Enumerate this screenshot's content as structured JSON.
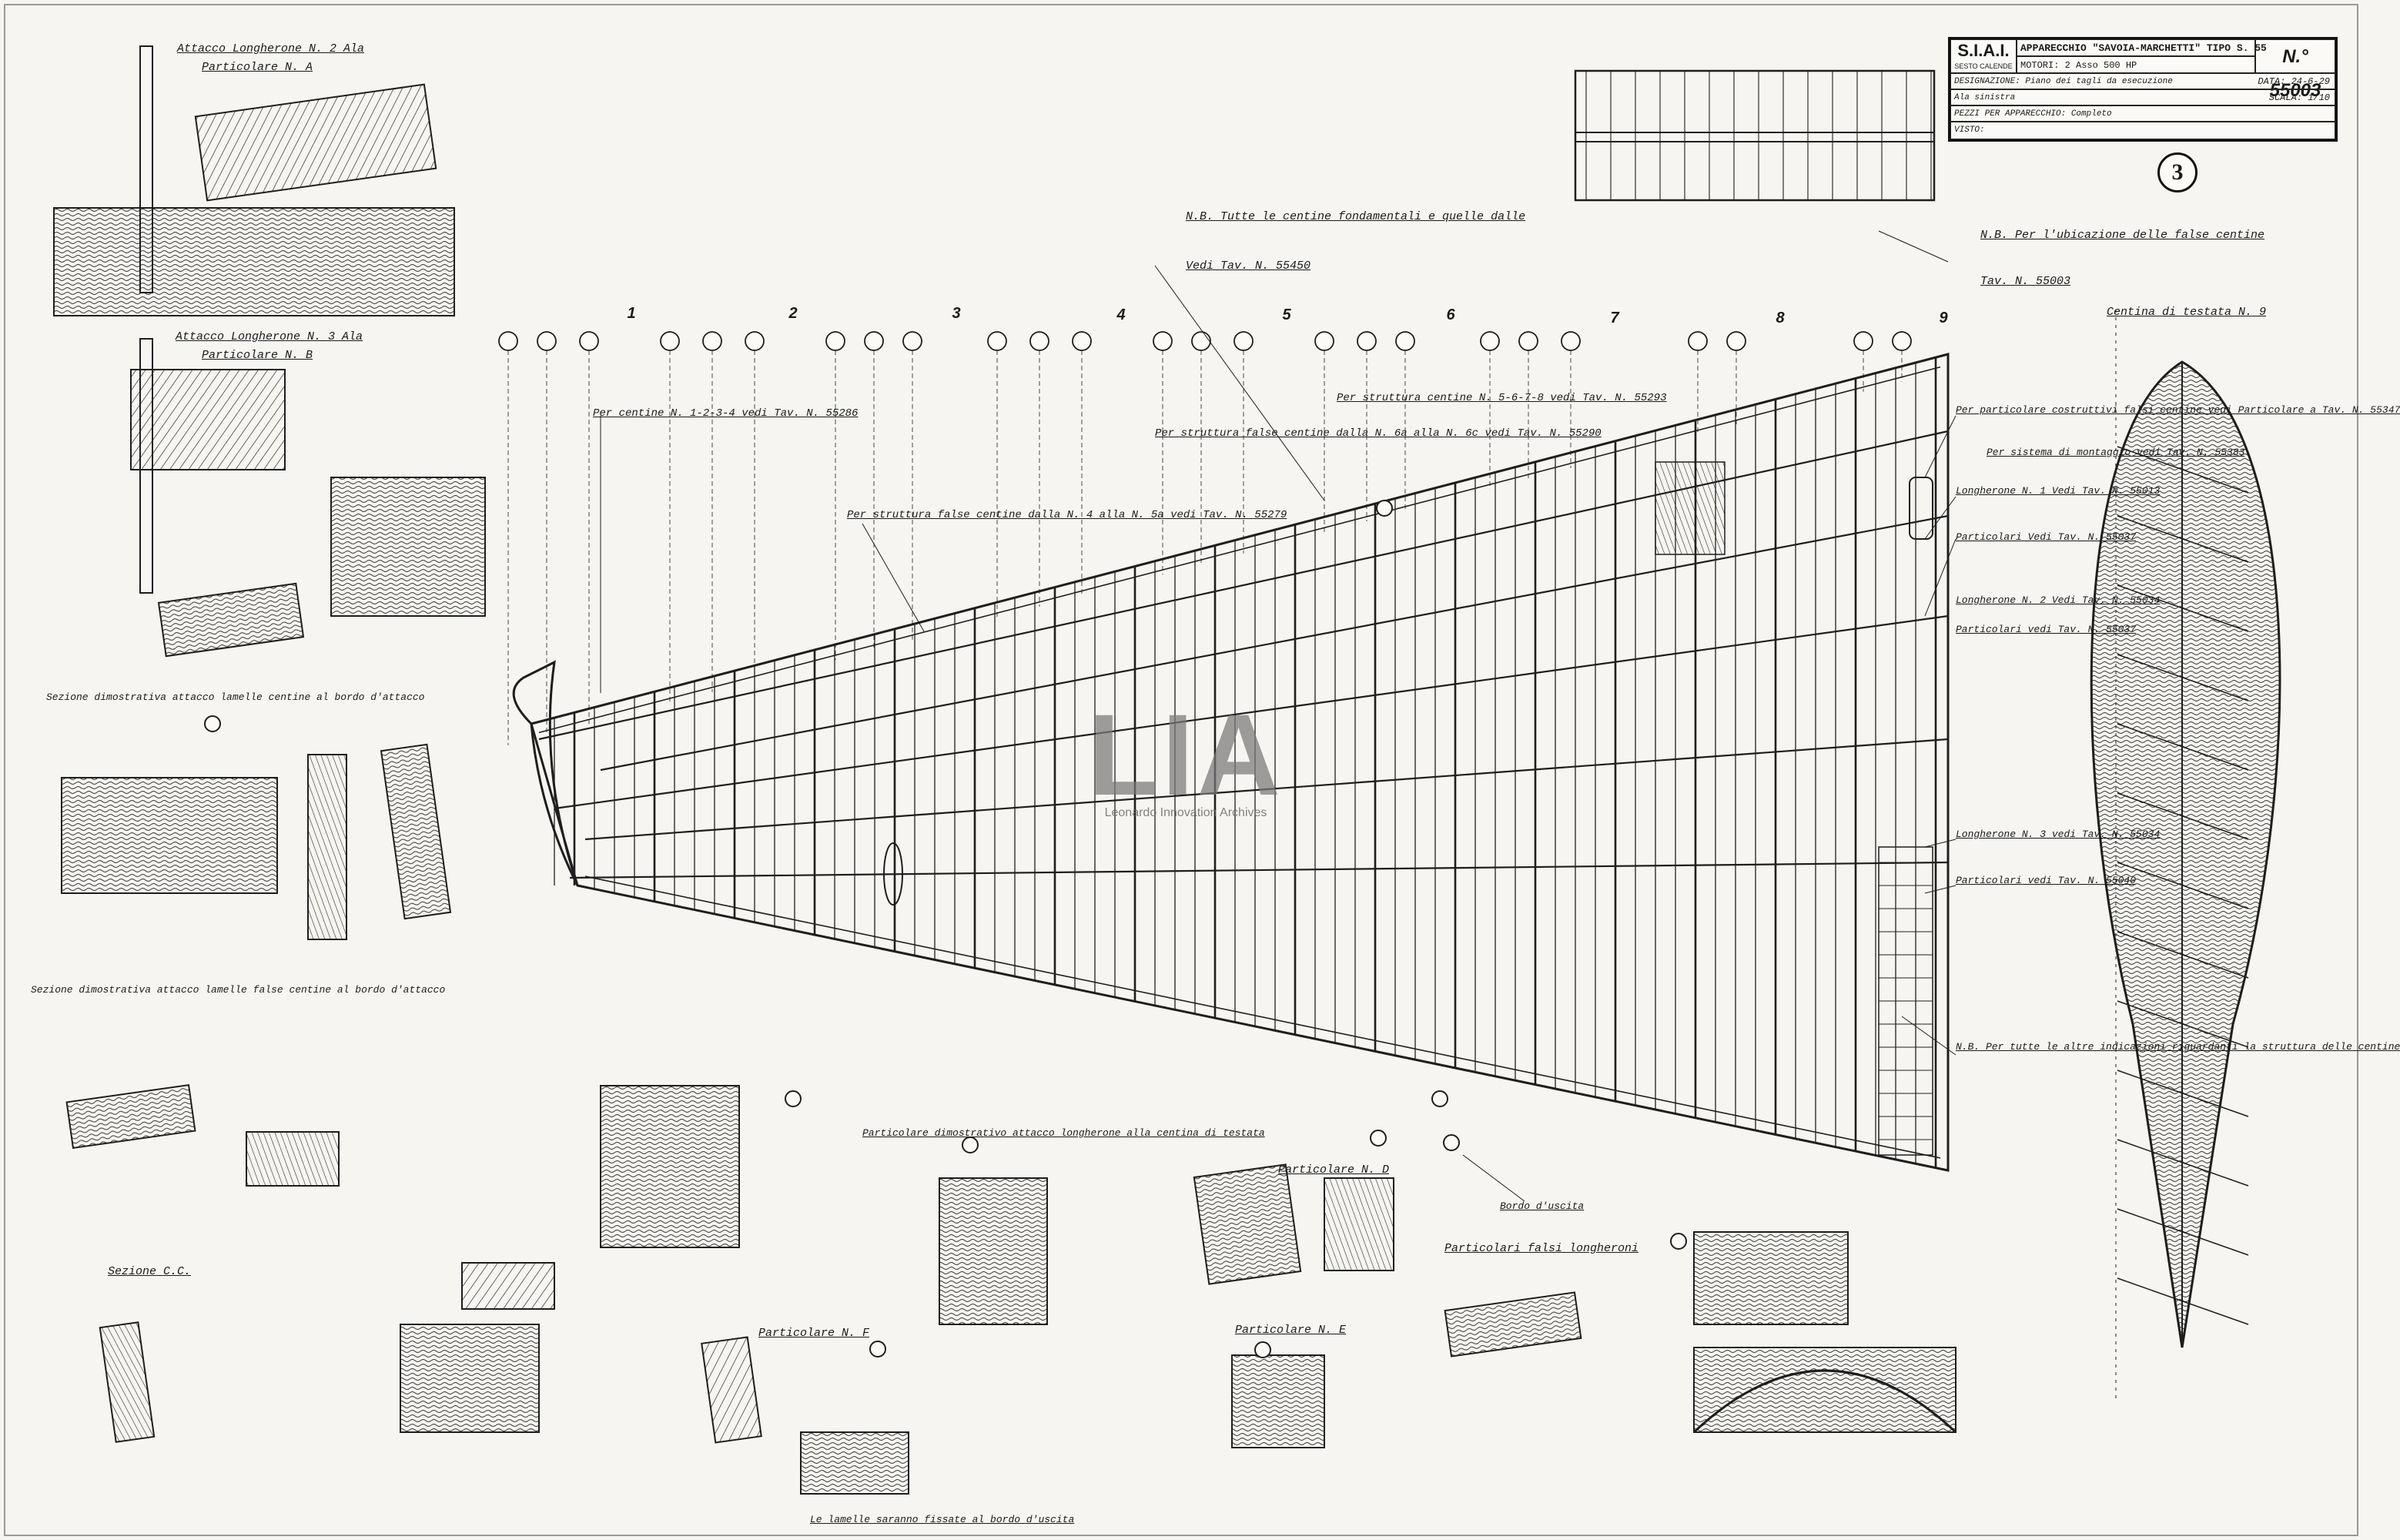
{
  "title_block": {
    "company": "S.I.A.I.",
    "company_sub": "SESTO CALENDE",
    "apparecchio": "APPARECCHIO \"SAVOIA-MARCHETTI\" TIPO S. 55",
    "motori": "MOTORI: 2 Asso 500 HP",
    "drawing_number": "N.° 55003",
    "row_designazione": "DESIGNAZIONE: Piano dei tagli da esecuzione",
    "row_sinistra": "Ala sinistra",
    "row_date": "DATA: 24-6-29",
    "row_scala": "SCALA: 1/10",
    "row_pezzi": "PEZZI PER APPARECCHIO: Completo",
    "row_visto": "VISTO:"
  },
  "sheet_badge": "3",
  "watermark": {
    "logo": "LIA",
    "caption": "Leonardo Innovation Archives"
  },
  "stations": [
    "1",
    "2",
    "3",
    "4",
    "5",
    "6",
    "7",
    "8",
    "9"
  ],
  "notes": {
    "top_center": "N.B. Tutte le centine fondamentali e quelle dalle",
    "top_center_ref": "Vedi Tav. N. 55450",
    "top_right": "N.B. Per l'ubicazione delle false centine",
    "top_right_ref": "Tav. N. 55003",
    "centina": "Centina di testata N. 9",
    "attacco_1": "Attacco Longherone N. 2 Ala",
    "particolare_a": "Particolare N. A",
    "attacco_3": "Attacco Longherone N. 3 Ala",
    "particolare_b": "Particolare N. B",
    "sezione_1": "Sezione dimostrativa attacco lamelle centine al bordo d'attacco",
    "sezione_2": "Sezione dimostrativa attacco lamelle false centine al bordo d'attacco",
    "centine_note": "Per centine N. 1-2-3-4 vedi Tav. N. 55286",
    "centine_note_2": "Per struttura false centine dalla N. 4 alla N. 5a vedi Tav. N. 55279",
    "centine_note_3": "Per struttura false centine dalla N. 6a alla N. 6c vedi Tav. N. 55290",
    "centine_note_4": "Per struttura centine N. 5-6-7-8 vedi Tav. N. 55293",
    "bordo_uscita": "Bordo d'uscita",
    "sezione_cc": "Sezione C.C.",
    "particolari_longheroni": "Particolari falsi longheroni",
    "particolare_f": "Particolare N. F",
    "particolare_e": "Particolare N. E",
    "particolare_d": "Particolare N. D",
    "bottom_note": "Le lamelle saranno fissate al bordo d'uscita",
    "particolare_dim": "Particolare dimostrativo attacco longherone alla centina di testata",
    "right_notes": [
      "Per particolare costruttivi falsi centine vedi Particolare a Tav. N. 55347",
      "Per sistema di montaggio vedi Tav. N. 55383",
      "Longherone N. 1 Vedi Tav. N. 55013",
      "Particolari Vedi Tav. N. 55037",
      "Longherone N. 2 Vedi Tav. N. 55034",
      "Particolari vedi Tav. N. 55037",
      "Longherone N. 3 vedi Tav. N. 55034",
      "Particolari vedi Tav. N. 55040",
      "N.B. Per tutte le altre indicazioni riguardanti la struttura delle centine"
    ]
  }
}
